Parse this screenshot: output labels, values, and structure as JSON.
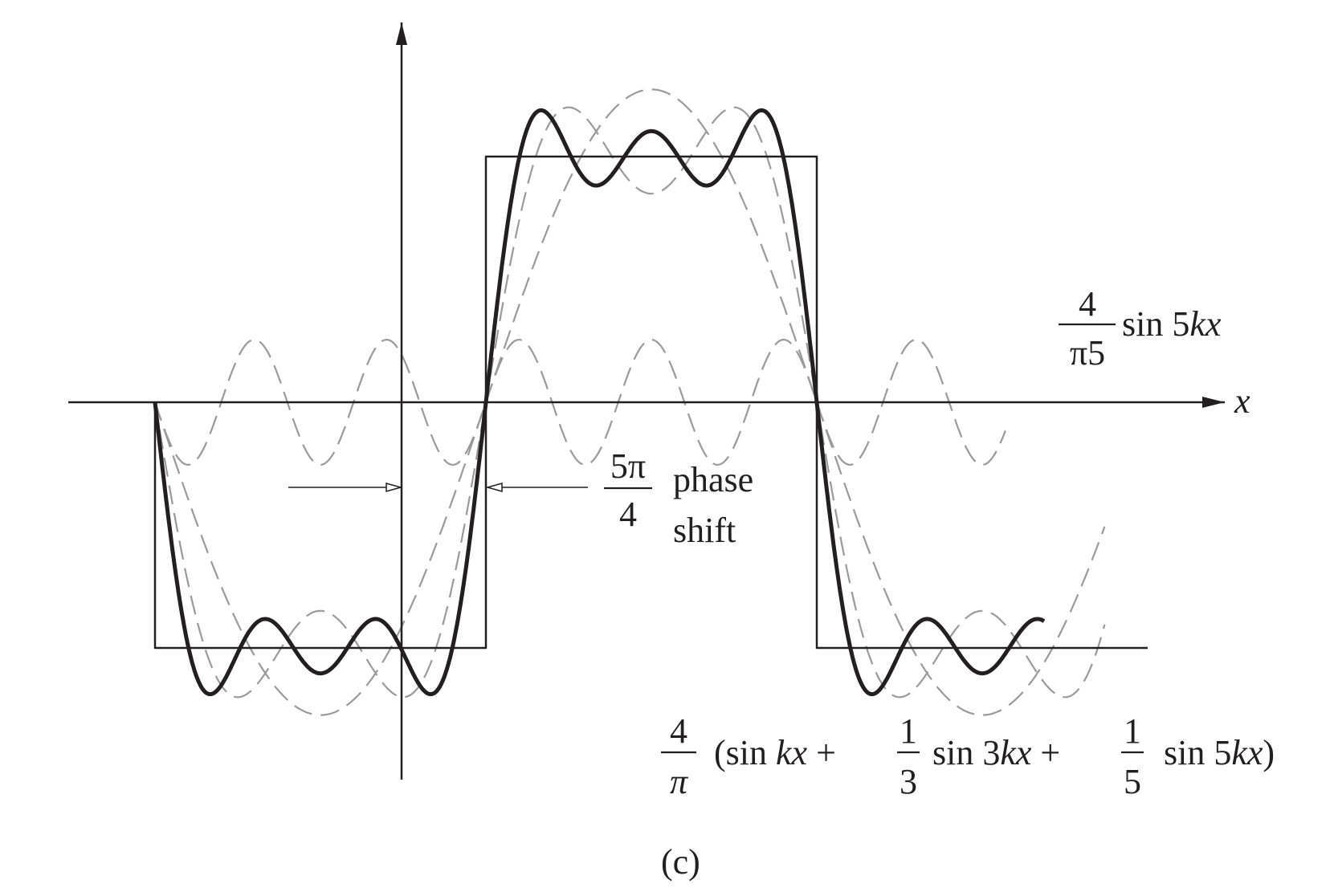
{
  "chart_data": {
    "type": "line",
    "title": "",
    "xlabel": "x",
    "ylabel": "",
    "description_kind": "Fourier synthesis of a square wave",
    "square_wave": {
      "amplitude": 1,
      "period_in_kx": 6.2832
    },
    "series": [
      {
        "name": "square wave",
        "style": "solid-thin",
        "terms": []
      },
      {
        "name": "(4/π)(sin kx + 1/3 sin 3kx + 1/5 sin 5kx)",
        "style": "solid-thick",
        "terms": [
          [
            1,
            1
          ],
          [
            3,
            0.3333
          ],
          [
            5,
            0.2
          ]
        ]
      },
      {
        "name": "(4/π) sin kx",
        "style": "dashed",
        "terms": [
          [
            1,
            1
          ]
        ]
      },
      {
        "name": "(4/π)(sin kx + 1/3 sin 3kx)",
        "style": "dashed",
        "terms": [
          [
            1,
            1
          ],
          [
            3,
            0.3333
          ]
        ]
      },
      {
        "name": "(4/π5) sin 5kx",
        "style": "dashed",
        "terms": [
          [
            5,
            0.2
          ]
        ]
      }
    ],
    "colors": {
      "ink": "#231f20",
      "dashed": "#9a9a9a"
    }
  },
  "labels": {
    "x_axis": "x",
    "term5": {
      "num": "4",
      "den": "π5",
      "rest_a": "sin 5",
      "rest_k": "kx"
    },
    "phase": {
      "num": "5π",
      "den": "4",
      "line1": "phase",
      "line2": "shift"
    },
    "sum": {
      "num": "4",
      "den": "π",
      "p1": "(sin ",
      "p1k": "kx",
      "p1b": " +",
      "f1num": "1",
      "f1den": "3",
      "p2": "sin 3",
      "p2k": "kx",
      "p2b": " +",
      "f2num": "1",
      "f2den": "5",
      "p3": "sin 5",
      "p3k": "kx",
      "p3b": ")"
    },
    "caption": "(c)"
  }
}
